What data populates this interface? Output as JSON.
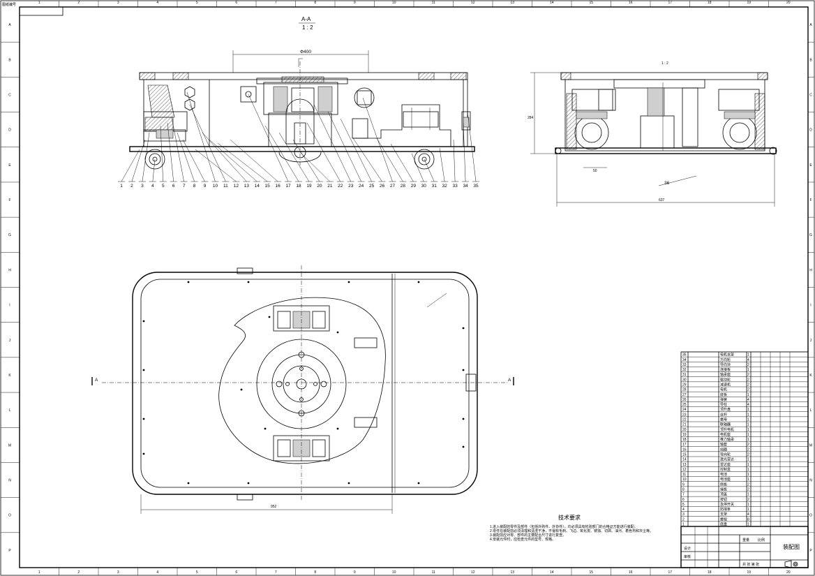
{
  "sheet": {
    "stamp": "图纸编号",
    "col_numbers": [
      "1",
      "2",
      "3",
      "4",
      "5",
      "6",
      "7",
      "8",
      "9",
      "10",
      "11",
      "12",
      "13",
      "14",
      "15",
      "16",
      "17",
      "18",
      "19",
      "20"
    ],
    "row_letters": [
      "A",
      "B",
      "C",
      "D",
      "E",
      "F",
      "G",
      "H",
      "I",
      "J",
      "K",
      "L",
      "M",
      "N",
      "O",
      "P"
    ]
  },
  "section_view": {
    "title": "A-A",
    "scale": "1 : 2",
    "dim_top": "Φ400",
    "balloons": [
      "1",
      "2",
      "3",
      "4",
      "5",
      "6",
      "7",
      "8",
      "9",
      "10",
      "11",
      "12",
      "13",
      "14",
      "15",
      "16",
      "17",
      "18",
      "19",
      "20",
      "21",
      "22",
      "23",
      "24",
      "25",
      "26",
      "27",
      "28",
      "29",
      "30",
      "31",
      "32",
      "33",
      "34",
      "35"
    ]
  },
  "side_view": {
    "scale": "1 : 2",
    "dim_height": "284",
    "dim_width": "637",
    "dim_small": "50",
    "dim_note": "36"
  },
  "plan_view": {
    "dim_width": "952",
    "section_mark_left": "A",
    "section_mark_right": "A"
  },
  "notes": {
    "heading": "技术要求",
    "lines": [
      "1.进入装配的零件及部件（包括外购件、外协件），均必须具有检验部门的合格证方能进行装配。",
      "2.零件在装配前必须清理和清洗干净，不得有毛刺、飞边、氧化皮、锈蚀、切屑、油污、着色剂和灰尘等。",
      "3.装配前应对零、部件的主要配合尺寸进行复查。",
      "4.安装元件时，应检查元件的型号、规格。"
    ]
  },
  "bom": {
    "rows": [
      {
        "no": "35",
        "name": "电机支架",
        "qty": "1"
      },
      {
        "no": "34",
        "name": "万向轮",
        "qty": "4"
      },
      {
        "no": "33",
        "name": "导向块",
        "qty": "2"
      },
      {
        "no": "32",
        "name": "连接板",
        "qty": "1"
      },
      {
        "no": "31",
        "name": "轴承座",
        "qty": "2"
      },
      {
        "no": "30",
        "name": "驱动轮",
        "qty": "2"
      },
      {
        "no": "29",
        "name": "减速机",
        "qty": "2"
      },
      {
        "no": "28",
        "name": "电机",
        "qty": "2"
      },
      {
        "no": "27",
        "name": "底板",
        "qty": "1"
      },
      {
        "no": "26",
        "name": "弹簧",
        "qty": "4"
      },
      {
        "no": "25",
        "name": "导柱",
        "qty": "4"
      },
      {
        "no": "24",
        "name": "顶升盘",
        "qty": "1"
      },
      {
        "no": "23",
        "name": "丝杆",
        "qty": "1"
      },
      {
        "no": "22",
        "name": "螺母",
        "qty": "1"
      },
      {
        "no": "21",
        "name": "联轴器",
        "qty": "1"
      },
      {
        "no": "20",
        "name": "顶升电机",
        "qty": "1"
      },
      {
        "no": "19",
        "name": "电机座",
        "qty": "1"
      },
      {
        "no": "18",
        "name": "推力轴承",
        "qty": "1"
      },
      {
        "no": "17",
        "name": "轴套",
        "qty": "2"
      },
      {
        "no": "16",
        "name": "挡圈",
        "qty": "2"
      },
      {
        "no": "15",
        "name": "导向轮",
        "qty": "2"
      },
      {
        "no": "14",
        "name": "激光雷达",
        "qty": "1"
      },
      {
        "no": "13",
        "name": "雷达座",
        "qty": "1"
      },
      {
        "no": "12",
        "name": "控制盒",
        "qty": "1"
      },
      {
        "no": "11",
        "name": "电池",
        "qty": "1"
      },
      {
        "no": "10",
        "name": "电池座",
        "qty": "1"
      },
      {
        "no": "9",
        "name": "侧板",
        "qty": "2"
      },
      {
        "no": "8",
        "name": "端板",
        "qty": "2"
      },
      {
        "no": "7",
        "name": "顶盖",
        "qty": "1"
      },
      {
        "no": "6",
        "name": "按钮",
        "qty": "2"
      },
      {
        "no": "5",
        "name": "急停开关",
        "qty": "1"
      },
      {
        "no": "4",
        "name": "防撞条",
        "qty": "1"
      },
      {
        "no": "3",
        "name": "支架",
        "qty": "4"
      },
      {
        "no": "2",
        "name": "螺栓",
        "qty": "8"
      },
      {
        "no": "1",
        "name": "底盘",
        "qty": "1"
      }
    ]
  },
  "title_block": {
    "drawing_name": "装配图",
    "scale_label": "比例",
    "weight_label": "重量",
    "design_label": "设计",
    "check_label": "审核",
    "sheet_label": "共 张 第 张"
  }
}
